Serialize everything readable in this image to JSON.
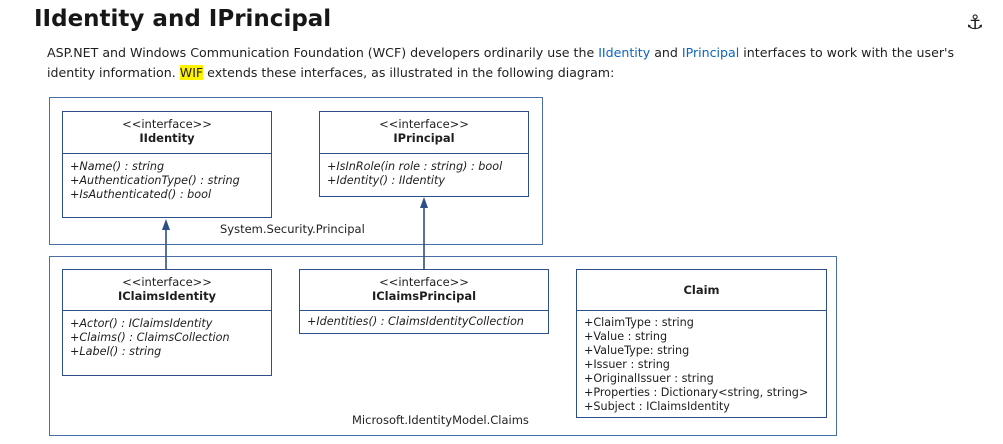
{
  "heading": "IIdentity and IPrincipal",
  "anchor_icon": "anchor-icon",
  "intro": {
    "t1": "ASP.NET and Windows Communication Foundation (WCF) developers ordinarily use the ",
    "link1": "IIdentity",
    "t2": " and ",
    "link2": "IPrincipal",
    "t3": " interfaces to work with the user's identity information. ",
    "highlight": "WIF",
    "t4": " extends these interfaces, as illustrated in the following diagram:"
  },
  "colors": {
    "link": "#0a65c2",
    "highlight": "#fff200",
    "diagram_line": "#2c4f86"
  },
  "diagram": {
    "packages": {
      "top": "System.Security.Principal",
      "bottom": "Microsoft.IdentityModel.Claims"
    },
    "classes": {
      "iidentity": {
        "stereotype": "<<interface>>",
        "name": "IIdentity",
        "members": [
          "+Name() : string",
          "+AuthenticationType() : string",
          "+IsAuthenticated() : bool"
        ]
      },
      "iprincipal": {
        "stereotype": "<<interface>>",
        "name": "IPrincipal",
        "members": [
          "+IsInRole(in role : string) : bool",
          "+Identity() : IIdentity"
        ]
      },
      "iclaimsidentity": {
        "stereotype": "<<interface>>",
        "name": "IClaimsIdentity",
        "members": [
          "+Actor() : IClaimsIdentity",
          "+Claims() : ClaimsCollection",
          "+Label() : string"
        ]
      },
      "iclaimsprincipal": {
        "stereotype": "<<interface>>",
        "name": "IClaimsPrincipal",
        "members": [
          "+Identities() : ClaimsIdentityCollection"
        ]
      },
      "claim": {
        "name": "Claim",
        "members": [
          "+ClaimType : string",
          "+Value : string",
          "+ValueType: string",
          "+Issuer : string",
          "+OriginalIssuer : string",
          "+Properties : Dictionary<string, string>",
          "+Subject : IClaimsIdentity"
        ]
      }
    }
  }
}
